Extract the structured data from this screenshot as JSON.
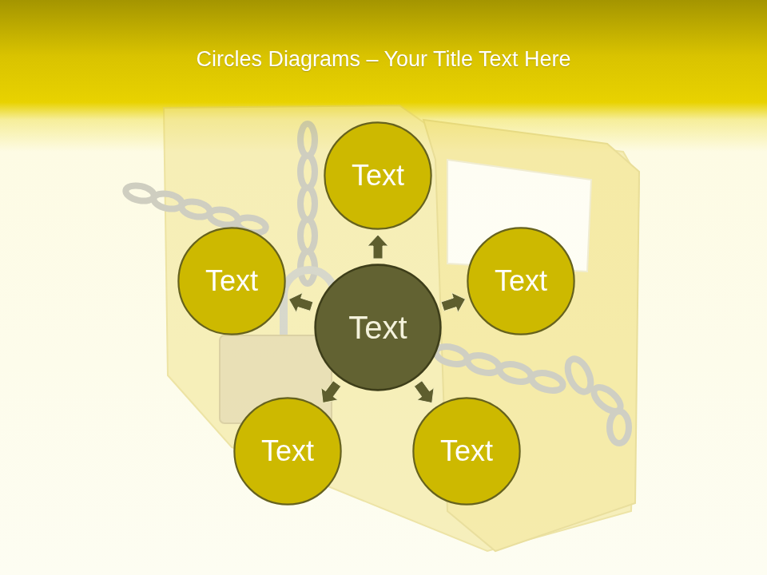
{
  "diagram": {
    "title": "Circles Diagrams – Your Title Text Here",
    "nodes": [
      {
        "text": [
          "Text"
        ]
      },
      {
        "text": [
          "Text"
        ]
      },
      {
        "text": [
          "Text"
        ]
      },
      {
        "text": [
          "Text"
        ]
      },
      {
        "text": [
          "Text"
        ]
      },
      {
        "text": [
          "Text"
        ]
      }
    ],
    "edges": [
      {
        "from": 2,
        "to": 0,
        "arrow": "to"
      },
      {
        "from": 2,
        "to": 1,
        "arrow": "to"
      },
      {
        "from": 2,
        "to": 3,
        "arrow": "to"
      },
      {
        "from": 2,
        "to": 4,
        "arrow": "to"
      },
      {
        "from": 2,
        "to": 5,
        "arrow": "to"
      }
    ]
  }
}
